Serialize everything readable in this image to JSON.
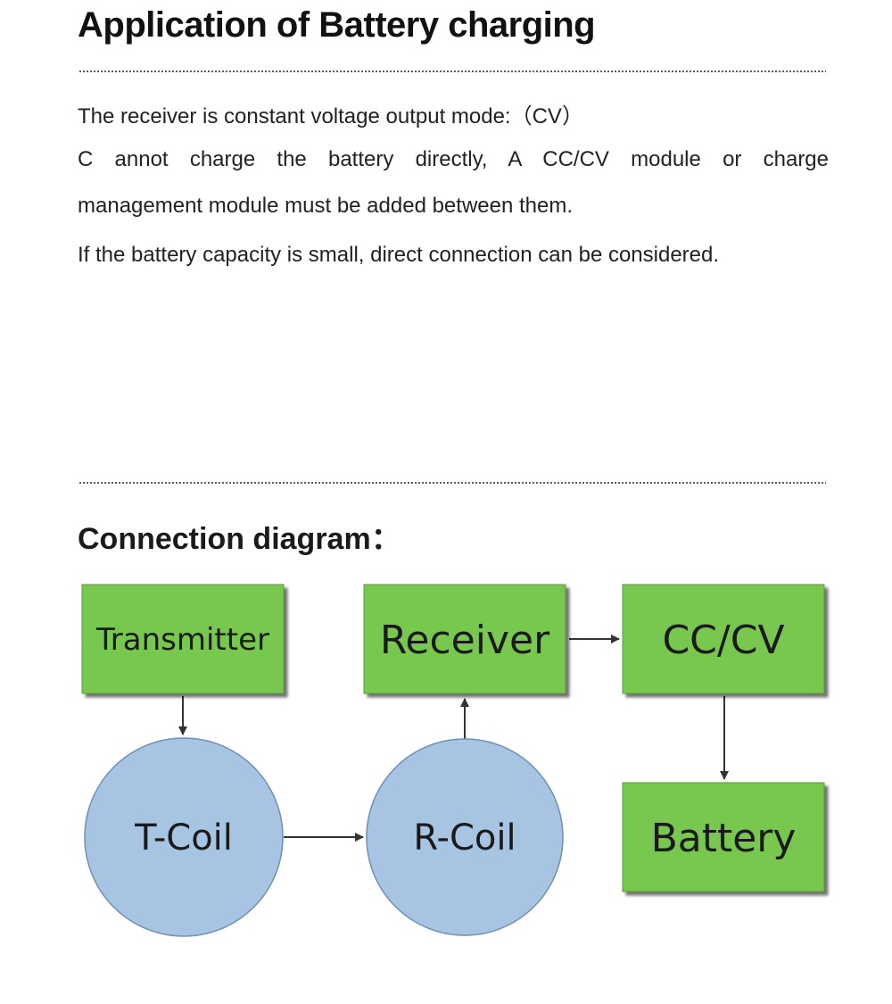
{
  "header": {
    "title": "Application of Battery charging"
  },
  "description": {
    "line1": "The receiver is constant voltage output mode:（CV）",
    "line2": "C annot charge the battery directly, A CC/CV module or charge",
    "line3": "management module must be added between them.",
    "line4": "If the battery capacity is small, direct connection can be considered."
  },
  "diagram": {
    "title": "Connection diagram：",
    "nodes": {
      "transmitter": "Transmitter",
      "receiver": "Receiver",
      "cccv": "CC/CV",
      "tcoil": "T-Coil",
      "rcoil": "R-Coil",
      "battery": "Battery"
    },
    "colors": {
      "box_fill": "#78c850",
      "box_border": "#5a9a3a",
      "circle_fill": "#a7c4e2",
      "circle_border": "#6f8fb5",
      "arrow": "#333333"
    }
  }
}
